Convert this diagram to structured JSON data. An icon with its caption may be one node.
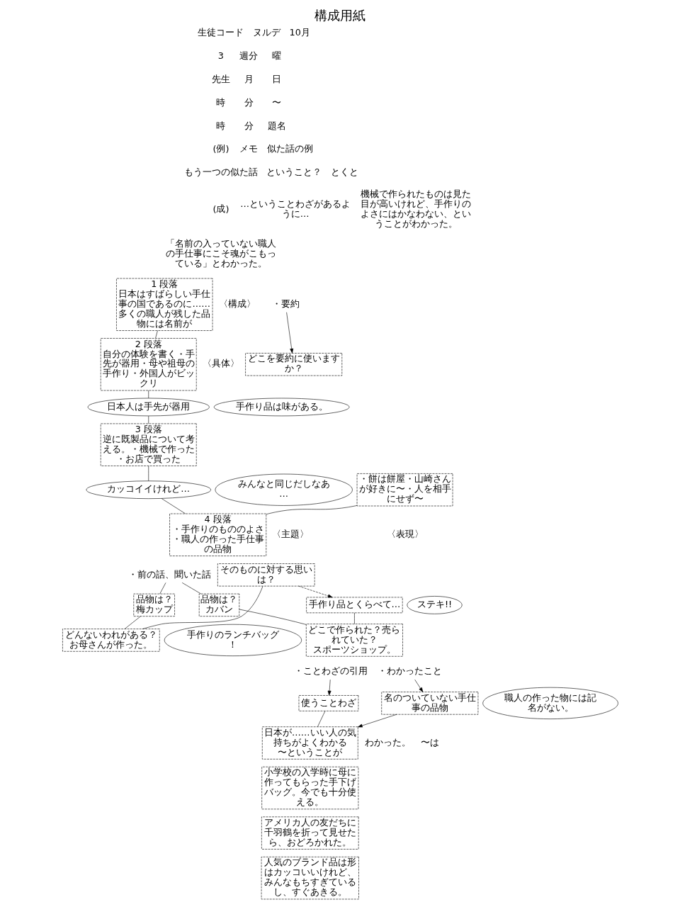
{
  "diagram": {
    "title": "構成用紙",
    "nodes": [
      {
        "text": [
          "1 段落",
          "日本はすばらしい手仕事の国であるのに……多くの職人が残した品物には名前が"
        ],
        "beside": [
          "〈構成〉"
        ]
      },
      {
        "text": [
          "・要約"
        ]
      },
      {
        "text": [
          "どこを要約に使いますか？"
        ]
      },
      {
        "text": [
          "2 段落",
          "自分の体験を書く・手先が器用・母や祖母の手作り・外国人がビックリ"
        ],
        "beside": [
          "〈具体〉"
        ]
      },
      {
        "text": [
          "・前の話、聞いた話"
        ]
      },
      {
        "text": [
          "品物は？",
          "梅カップ"
        ]
      },
      {
        "text": [
          "そのものに対する思いは？"
        ]
      },
      {
        "text": [
          "どんないわれがある？",
          "お母さんが作った。"
        ]
      },
      {
        "text": [
          "手作りのランチバッグ！"
        ]
      },
      {
        "text": [
          "品物は？",
          "カバン"
        ]
      },
      {
        "text": [
          "手作り品とくらべて…"
        ]
      },
      {
        "text": [
          "ステキ!!"
        ]
      },
      {
        "text": [
          "どこで作られた？売られていた？",
          "スポーツショップ。"
        ]
      },
      {
        "text": [
          "日本人は手先が器用"
        ]
      },
      {
        "text": [
          "手作り品は味がある。"
        ]
      },
      {
        "text": [
          "3 段落",
          "逆に既製品について考える。・機械で作った・お店で買った"
        ]
      },
      {
        "text": [
          "カッコイイけれど…"
        ]
      },
      {
        "text": [
          "みんなと同じだしなあ…"
        ]
      },
      {
        "text": [
          "・餅は餅屋・山崎さんが好きに〜・人を相手にせず〜"
        ],
        "beside": [
          "〈表現〉"
        ]
      },
      {
        "text": [
          "・ことわざの引用"
        ]
      },
      {
        "text": [
          "使うことわざ"
        ]
      },
      {
        "text": [
          "4 段落",
          "・手作りのもののよさ・職人の作った手仕事の品物"
        ],
        "beside": [
          "〈主題〉"
        ]
      },
      {
        "text": [
          "・わかったこと"
        ]
      },
      {
        "text": [
          "名のついていない手仕事の品物"
        ],
        "beside": [
          "〜は"
        ]
      },
      {
        "text": [
          "職人の作った物には記名がない。"
        ]
      },
      {
        "text": [
          "日本が……いい人の気持ちがよくわかる",
          "〜ということが"
        ],
        "beside": [
          "わかった。"
        ]
      },
      {
        "text": [
          "小学校の入学時に母に作ってもらった手下げバッグ。今でも十分使える。"
        ]
      },
      {
        "text": [
          "アメリカ人の友だちに千羽鶴を折って見せたら、おどろかれた。"
        ]
      },
      {
        "text": [
          "人気のブランド品は形はカッコいいけれど、みんなもちすぎているし、すぐあきる。"
        ]
      }
    ],
    "edges": [
      {
        "from": 0,
        "to": 3,
        "arrow": "none"
      },
      {
        "from": 1,
        "to": 2,
        "arrow": "to"
      },
      {
        "from": 3,
        "to": 13,
        "arrow": "none"
      },
      {
        "from": 13,
        "to": 15,
        "arrow": "none"
      },
      {
        "from": 4,
        "to": 5,
        "arrow": "none"
      },
      {
        "from": 4,
        "to": 9,
        "arrow": "none"
      },
      {
        "from": 5,
        "to": 7,
        "arrow": "none"
      },
      {
        "from": 6,
        "to": 7,
        "arrow": "none"
      },
      {
        "from": 6,
        "to": 10,
        "arrow": "to",
        "style": "dashed"
      },
      {
        "from": 9,
        "to": 12,
        "arrow": "none"
      },
      {
        "from": 10,
        "to": 12,
        "arrow": "none"
      },
      {
        "from": 15,
        "to": 16,
        "arrow": "none"
      },
      {
        "from": 16,
        "to": 21,
        "arrow": "none"
      },
      {
        "from": 18,
        "to": 21,
        "arrow": "none"
      },
      {
        "from": 19,
        "to": 20,
        "arrow": "to"
      },
      {
        "from": 22,
        "to": 23,
        "arrow": "to"
      },
      {
        "from": 23,
        "to": 25,
        "arrow": "to"
      },
      {
        "from": 20,
        "to": 25,
        "arrow": "none"
      }
    ],
    "labels": [
      "生徒コード",
      "ヌルデ",
      "10月",
      "3",
      "週分",
      "曜",
      "先生",
      "月",
      "日",
      "時",
      "分",
      "〜",
      "時",
      "分",
      "題名",
      "(例)",
      "メモ",
      "似た話の例",
      "もう一つの似た話",
      "ということ？",
      "とくと",
      "(成)",
      "…ということわざがあるように…",
      "機械で作られたものは見た目が高いけれど、手作りのよさにはかなわない、ということがわかった。",
      "「名前の入っていない職人の手仕事にこそ魂がこもっている」とわかった。"
    ]
  }
}
